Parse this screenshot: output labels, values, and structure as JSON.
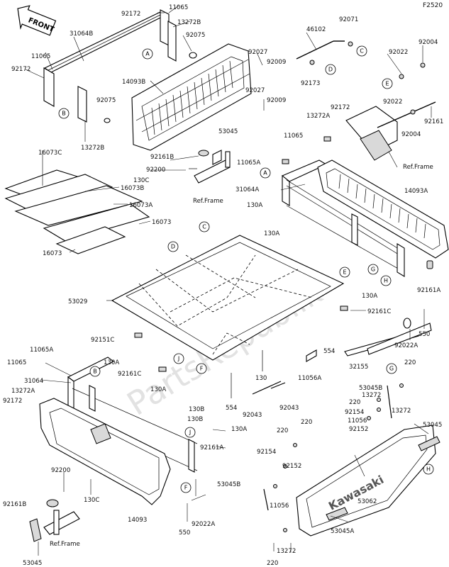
{
  "diagram_code": "F2520",
  "front_label": "FRONT",
  "watermark": "PartsRepublik",
  "brand_lettering": "Kawasaki",
  "ref_frame_label": "Ref.Frame",
  "callouts": [
    "A",
    "B",
    "C",
    "D",
    "E",
    "F",
    "G",
    "H",
    "J"
  ],
  "part_labels": [
    "92172",
    "11065",
    "13272B",
    "31064B",
    "92075",
    "11065",
    "92172",
    "92075",
    "13272B",
    "14093B",
    "92027",
    "92009",
    "92027",
    "92009",
    "46102",
    "92071",
    "92173",
    "92022",
    "92004",
    "92022",
    "92161",
    "92004",
    "92172",
    "13272A",
    "11065",
    "53045",
    "92161B",
    "92200",
    "130C",
    "Ref.Frame",
    "11065A",
    "Ref.Frame",
    "31064A",
    "14093A",
    "16073C",
    "16073B",
    "16073A",
    "16073",
    "16073",
    "130A",
    "130A",
    "130A",
    "92161A",
    "53029",
    "92161C",
    "550",
    "92022A",
    "32155",
    "554",
    "11056A",
    "554",
    "130",
    "92043",
    "92043",
    "92151C",
    "11065A",
    "92161C",
    "130A",
    "11065",
    "31064",
    "13272A",
    "92172",
    "130A",
    "130B",
    "130B",
    "130A",
    "92161A",
    "92200",
    "130C",
    "92161B",
    "Ref.Frame",
    "53045",
    "14093",
    "550",
    "92022A",
    "53045B",
    "13272",
    "220",
    "92154",
    "11056",
    "92152",
    "13272",
    "220",
    "220",
    "92154",
    "92152",
    "53045B",
    "11056",
    "53062",
    "53045A",
    "53045",
    "13272",
    "220"
  ]
}
